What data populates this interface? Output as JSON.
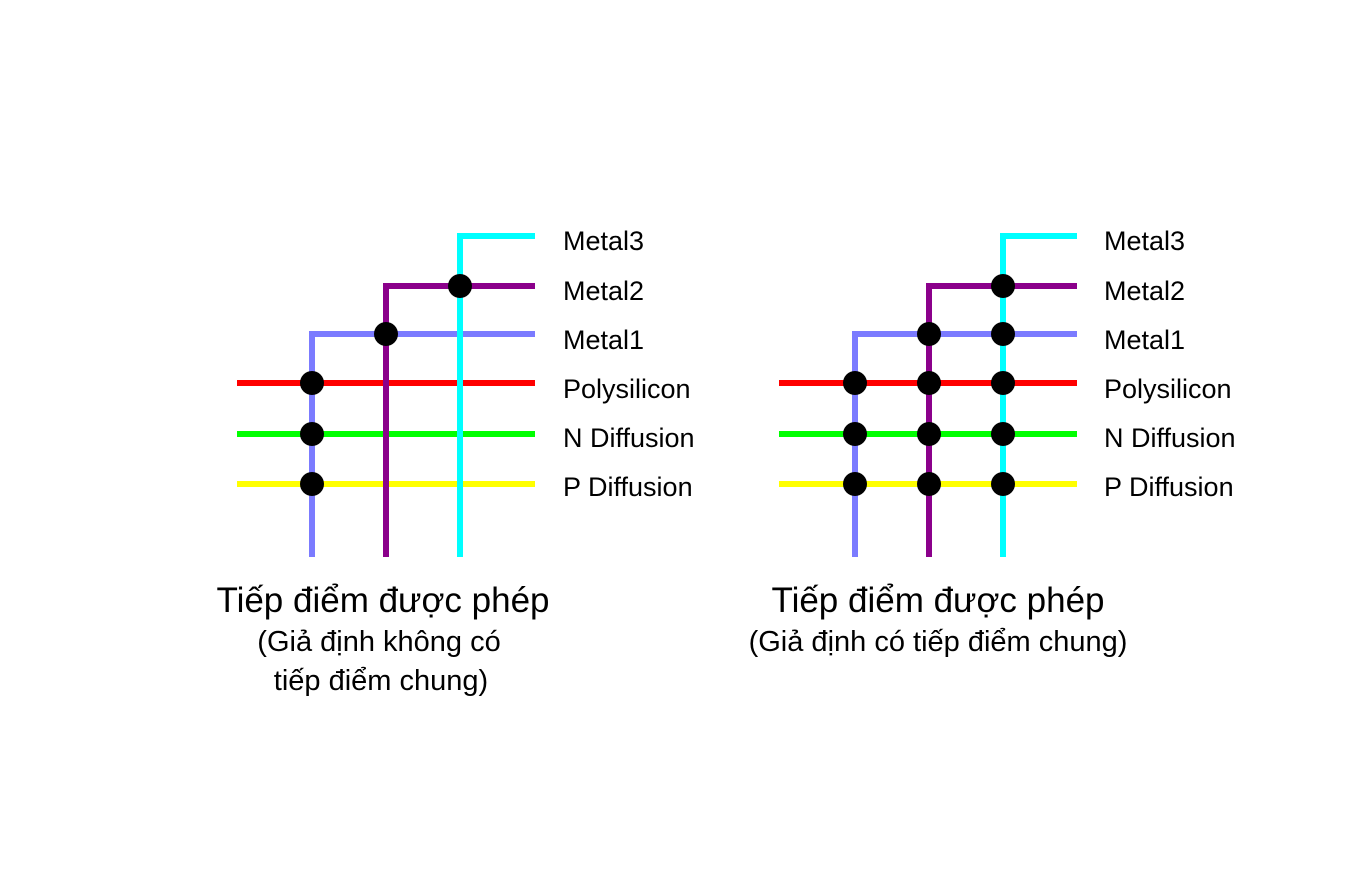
{
  "colors": {
    "metal3": "#00ffff",
    "metal2": "#8b008b",
    "metal1": "#7b7bff",
    "polysilicon": "#ff0000",
    "n_diffusion": "#00ff00",
    "p_diffusion": "#ffff00",
    "contact": "#000000"
  },
  "layers": [
    "Metal3",
    "Metal2",
    "Metal1",
    "Polysilicon",
    "N Diffusion",
    "P Diffusion"
  ],
  "diagrams": [
    {
      "title": "Tiếp điểm được phép",
      "subtitle_lines": [
        "(Giả định không có",
        "tiếp điểm chung)"
      ],
      "contacts": [
        {
          "via": "Metal2",
          "layer": "Metal3"
        },
        {
          "via": "Metal1",
          "layer": "Metal2"
        },
        {
          "via": "Metal1",
          "layer": "Polysilicon"
        },
        {
          "via": "Metal1",
          "layer": "N Diffusion"
        },
        {
          "via": "Metal1",
          "layer": "P Diffusion"
        }
      ]
    },
    {
      "title": "Tiếp điểm được phép",
      "subtitle_lines": [
        "(Giả định có tiếp điểm chung)"
      ],
      "contacts": [
        {
          "via": "Metal3",
          "layer": "Metal2"
        },
        {
          "via": "Metal2",
          "layer": "Metal1"
        },
        {
          "via": "Metal3",
          "layer": "Metal1"
        },
        {
          "via": "Metal1",
          "layer": "Polysilicon"
        },
        {
          "via": "Metal2",
          "layer": "Polysilicon"
        },
        {
          "via": "Metal3",
          "layer": "Polysilicon"
        },
        {
          "via": "Metal1",
          "layer": "N Diffusion"
        },
        {
          "via": "Metal2",
          "layer": "N Diffusion"
        },
        {
          "via": "Metal3",
          "layer": "N Diffusion"
        },
        {
          "via": "Metal1",
          "layer": "P Diffusion"
        },
        {
          "via": "Metal2",
          "layer": "P Diffusion"
        },
        {
          "via": "Metal3",
          "layer": "P Diffusion"
        }
      ]
    }
  ]
}
